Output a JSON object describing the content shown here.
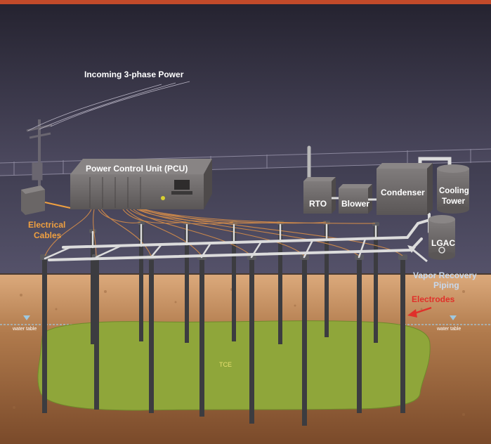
{
  "labels": {
    "incoming_power": "Incoming 3-phase Power",
    "pcu": "Power Control Unit (PCU)",
    "electrical_cables_line1": "Electrical",
    "electrical_cables_line2": "Cables",
    "rto": "RTO",
    "blower": "Blower",
    "condenser": "Condenser",
    "cooling_tower_line1": "Cooling",
    "cooling_tower_line2": "Tower",
    "lgac": "LGAC",
    "vapor_recovery_line1": "Vapor Recovery",
    "vapor_recovery_line2": "Piping",
    "electrodes": "Electrodes",
    "water_table_left": "water table",
    "water_table_right": "water table",
    "tce": "TCE"
  },
  "colors": {
    "sky_top": "#2a2838",
    "sky_bottom": "#6e6a86",
    "soil_top": "#d9a77a",
    "soil_bottom": "#7a4a2a",
    "plume": "#8fa63a",
    "equipment": "#6e6a6a",
    "pipe": "#dcdcdc",
    "cable": "#d08a4a",
    "electrode": "#3c3c40",
    "label_white": "#ffffff",
    "label_orange": "#f0a040",
    "label_red": "#e0302a",
    "label_blue": "#c8d8ec",
    "water_table": "#9ec8e0"
  }
}
